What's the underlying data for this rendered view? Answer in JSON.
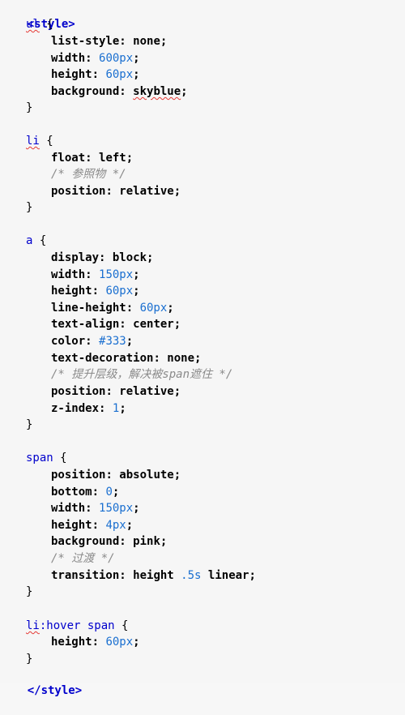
{
  "code": {
    "open_tag": "<style>",
    "close_tag": "</style>",
    "ul": {
      "selector": "ul",
      "brace_open": "{",
      "brace_close": "}",
      "list_style_prop": "list-style",
      "list_style_val": "none",
      "width_prop": "width",
      "width_num": "600px",
      "height_prop": "height",
      "height_num": "60px",
      "bg_prop": "background",
      "bg_val": "skyblue"
    },
    "li": {
      "selector": "li",
      "brace_open": "{",
      "brace_close": "}",
      "float_prop": "float",
      "float_val": "left",
      "comment": "/* 参照物 */",
      "position_prop": "position",
      "position_val": "relative"
    },
    "a": {
      "selector": "a",
      "brace_open": "{",
      "brace_close": "}",
      "display_prop": "display",
      "display_val": "block",
      "width_prop": "width",
      "width_num": "150px",
      "height_prop": "height",
      "height_num": "60px",
      "lh_prop": "line-height",
      "lh_num": "60px",
      "ta_prop": "text-align",
      "ta_val": "center",
      "color_prop": "color",
      "color_num": "#333",
      "td_prop": "text-decoration",
      "td_val": "none",
      "comment": "/* 提升层级，解决被span遮住 */",
      "position_prop": "position",
      "position_val": "relative",
      "z_prop": "z-index",
      "z_num": "1"
    },
    "span": {
      "selector": "span",
      "brace_open": "{",
      "brace_close": "}",
      "position_prop": "position",
      "position_val": "absolute",
      "bottom_prop": "bottom",
      "bottom_num": "0",
      "width_prop": "width",
      "width_num": "150px",
      "height_prop": "height",
      "height_num": "4px",
      "bg_prop": "background",
      "bg_val": "pink",
      "comment": "/* 过渡 */",
      "transition_prop": "transition",
      "transition_val_a": "height",
      "transition_num": ".5s",
      "transition_val_b": "linear"
    },
    "hover": {
      "selector_a": "li",
      "selector_b": ":hover span",
      "brace_open": "{",
      "brace_close": "}",
      "height_prop": "height",
      "height_num": "60px"
    }
  }
}
